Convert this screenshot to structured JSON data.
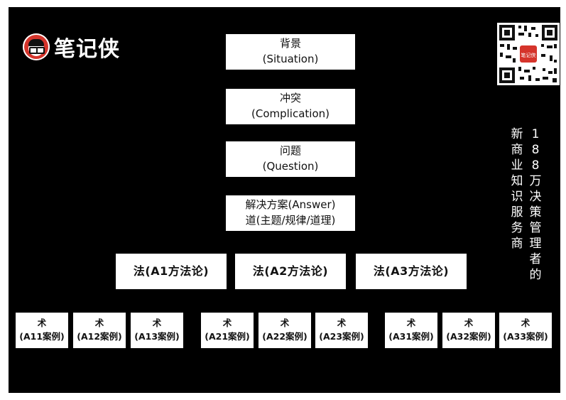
{
  "brand": {
    "name": "笔记侠",
    "qr_center": "笔记侠"
  },
  "tagline": {
    "col1": "188万决策管理者的",
    "col2": "新商业知识服务商"
  },
  "situation": {
    "title": "背景",
    "subtitle": "(Situation)"
  },
  "complication": {
    "title": "冲突",
    "subtitle": "(Complication)"
  },
  "question": {
    "title": "问题",
    "subtitle": "(Question)"
  },
  "answer": {
    "line1": "解决方案(Answer)",
    "line2": "道(主题/规律/道理)"
  },
  "methods": [
    {
      "label": "法(A1方法论)"
    },
    {
      "label": "法(A2方法论)"
    },
    {
      "label": "法(A3方法论)"
    }
  ],
  "cases": [
    {
      "top": "术",
      "bottom": "(A11案例)"
    },
    {
      "top": "术",
      "bottom": "(A12案例)"
    },
    {
      "top": "术",
      "bottom": "(A13案例)"
    },
    {
      "top": "术",
      "bottom": "(A21案例)"
    },
    {
      "top": "术",
      "bottom": "(A22案例)"
    },
    {
      "top": "术",
      "bottom": "(A23案例)"
    },
    {
      "top": "术",
      "bottom": "(A31案例)"
    },
    {
      "top": "术",
      "bottom": "(A32案例)"
    },
    {
      "top": "术",
      "bottom": "(A33案例)"
    }
  ],
  "colors": {
    "background": "#000000",
    "box": "#ffffff",
    "brand_red": "#d5342b"
  }
}
